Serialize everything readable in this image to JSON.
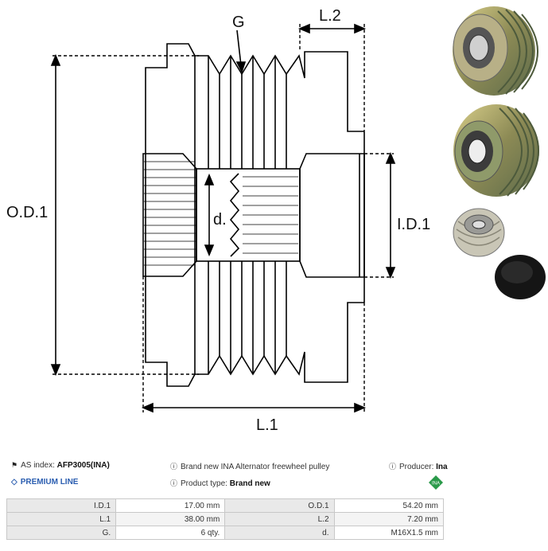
{
  "drawing": {
    "labels": {
      "g": "G",
      "l2": "L.2",
      "od1": "O.D.1",
      "id1": "I.D.1",
      "d": "d.",
      "l1": "L.1"
    }
  },
  "info": {
    "as_index_label": "AS index:",
    "as_index_value": "AFP3005(INA)",
    "description": "Brand new INA Alternator freewheel pulley",
    "producer_label": "Producer:",
    "producer_value": "Ina",
    "premium_line": "PREMIUM LINE",
    "product_type_label": "Product type:",
    "product_type_value": "Brand new",
    "producer_logo_text": "INA"
  },
  "specs": [
    {
      "label1": "I.D.1",
      "value1": "17.00 mm",
      "label2": "O.D.1",
      "value2": "54.20 mm"
    },
    {
      "label1": "L.1",
      "value1": "38.00 mm",
      "label2": "L.2",
      "value2": "7.20 mm"
    },
    {
      "label1": "G.",
      "value1": "6 qty.",
      "label2": "d.",
      "value2": "M16X1.5 mm"
    }
  ],
  "icons": {
    "tag": "tag-icon",
    "info": "info-icon",
    "diamond": "diamond-icon",
    "brand_color": "#2a9a4a",
    "premium_color": "#2a5db0"
  }
}
